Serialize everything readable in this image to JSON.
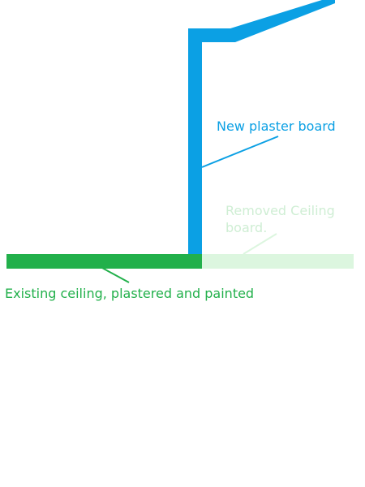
{
  "labels": {
    "new_plaster_board": "New plaster board",
    "removed_ceiling_line1": "Removed Ceiling",
    "removed_ceiling_line2": "board.",
    "existing_ceiling": "Existing ceiling, plastered and painted"
  },
  "colors": {
    "new_plaster_board": "#0ba0e4",
    "existing_ceiling": "#22b04b",
    "removed_ceiling": "#dcf6df",
    "background": "#ffffff"
  }
}
